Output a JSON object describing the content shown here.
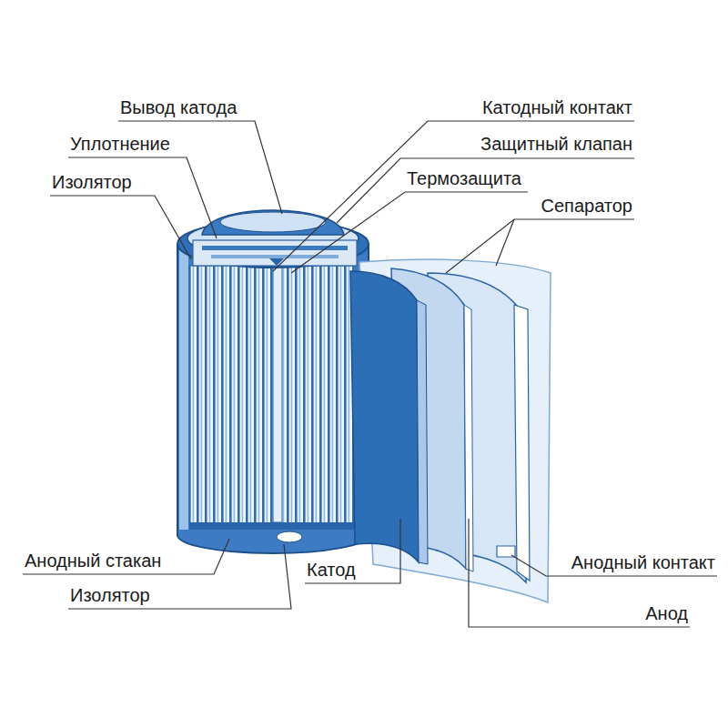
{
  "diagram": {
    "labels": [
      "Вывод катода",
      "Катодный контакт",
      "Уплотнение",
      "Защитный клапан",
      "Изолятор",
      "Термозащита",
      "Сепаратор",
      "Анодный стакан",
      "Катод",
      "Анодный контакт",
      "Изолятор",
      "Анод"
    ]
  }
}
